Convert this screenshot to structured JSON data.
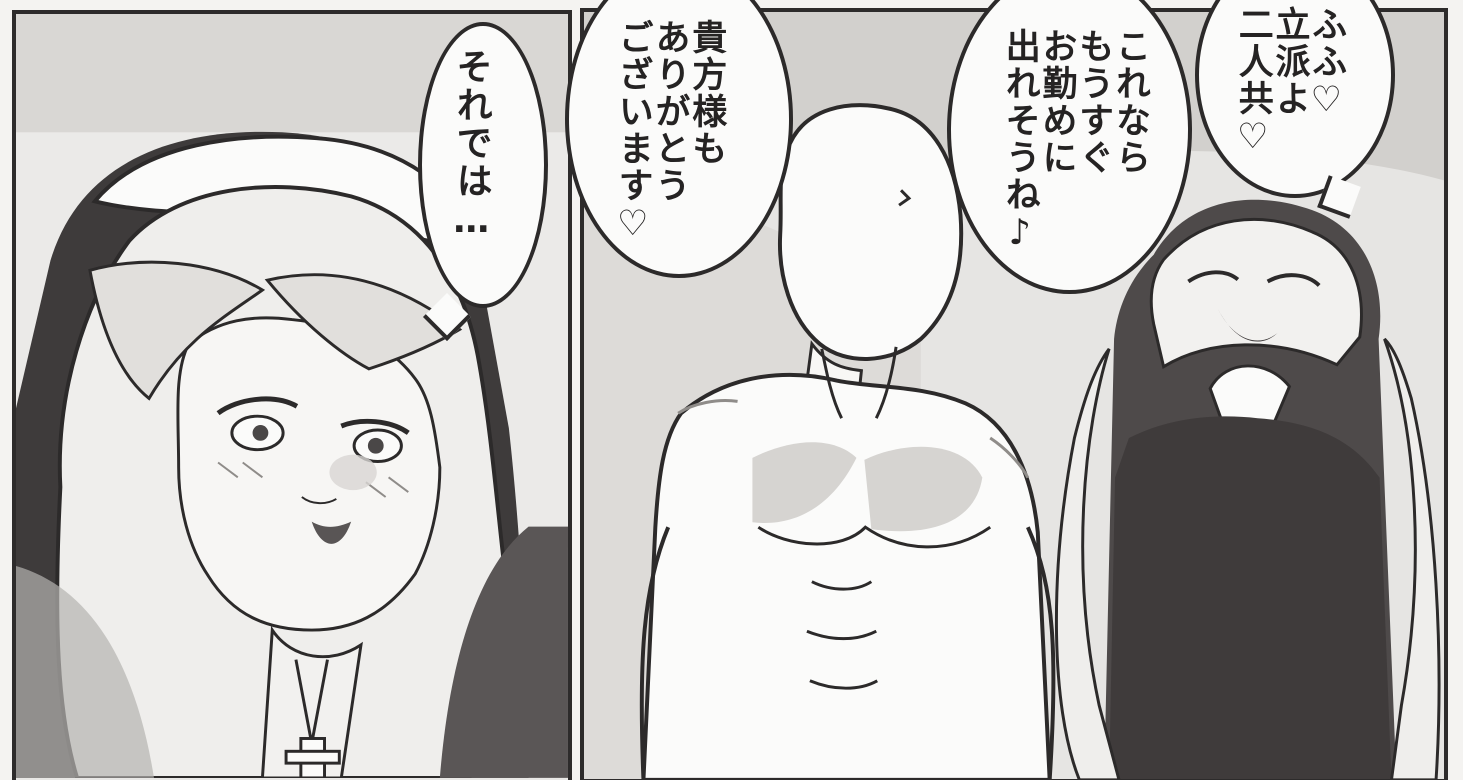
{
  "page": {
    "background": "#f4f3f1"
  },
  "panels": [
    {
      "id": "left",
      "speech": "それでは…",
      "scene": "nun-closeup"
    },
    {
      "id": "right",
      "speeches": [
        "貴方様も\nありがとう\nございます♡",
        "これなら\nもうすぐ\nお勤めに\n出れそうね♪",
        "ふふ♡\n立派よ\n二人共♡"
      ],
      "scene": "figure-and-nun"
    }
  ],
  "colors": {
    "ink": "#2c2a2a",
    "paper": "#fbfbfa",
    "tone_light": "#d2d0cd",
    "tone_mid": "#9b9996",
    "tone_dark": "#4b4848"
  }
}
